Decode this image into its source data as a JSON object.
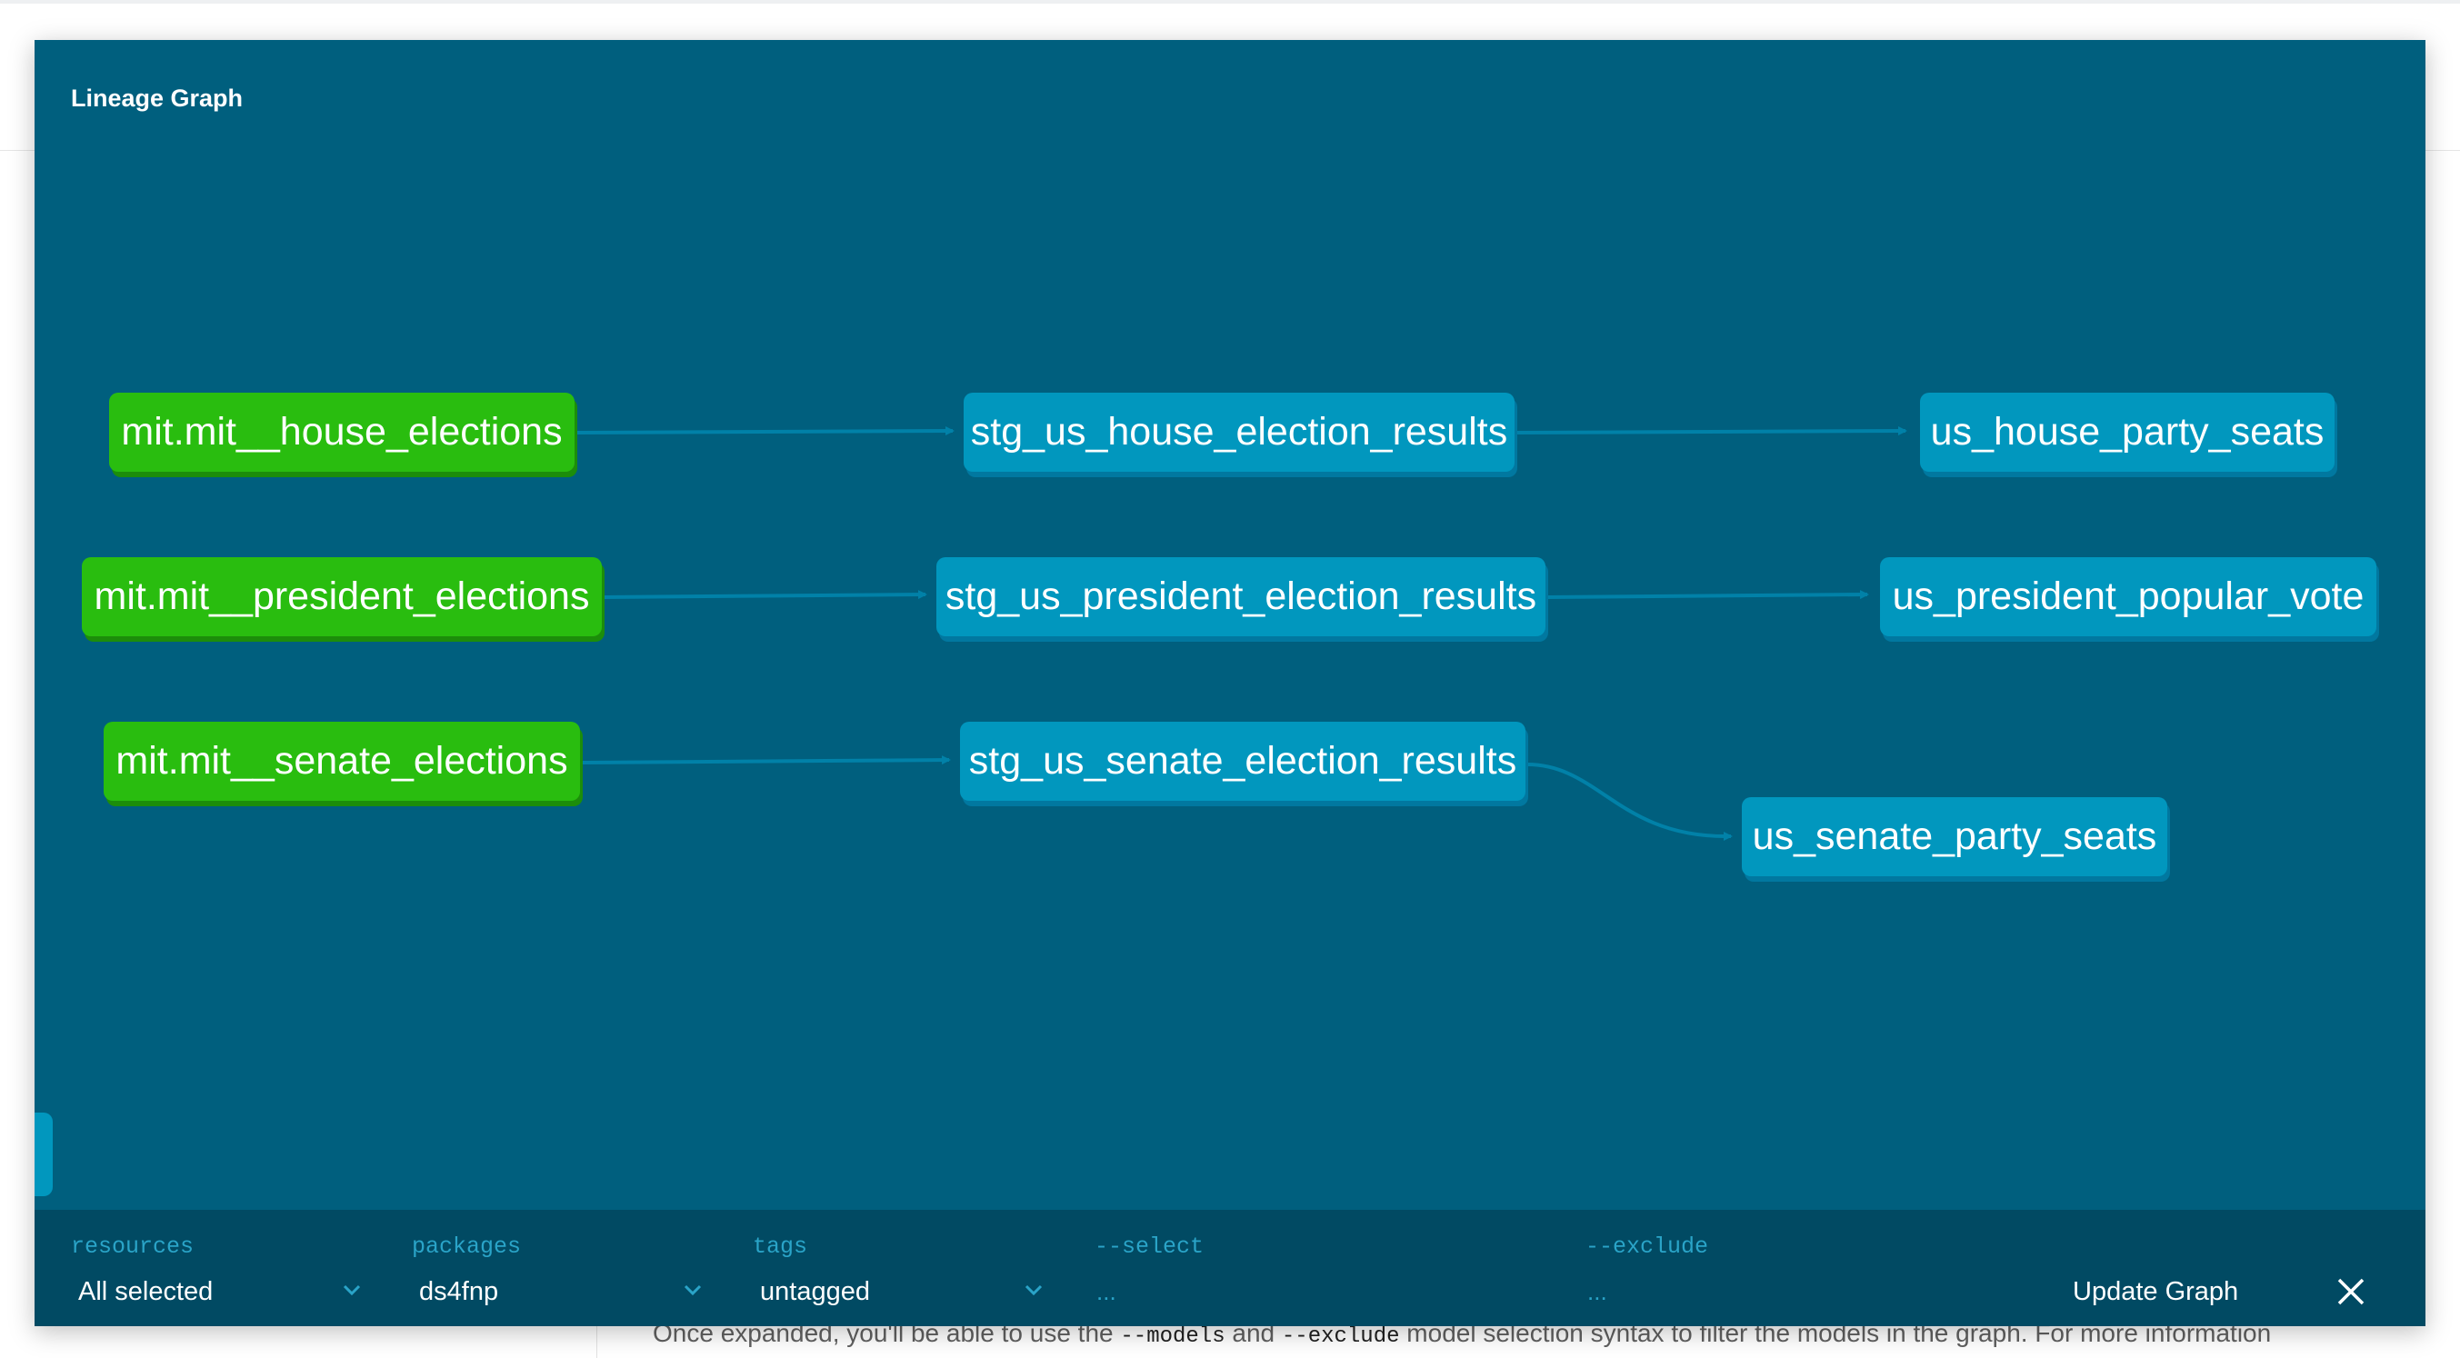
{
  "modal": {
    "title": "Lineage Graph"
  },
  "graph": {
    "nodes": {
      "src_house": "mit.mit__house_elections",
      "src_president": "mit.mit__president_elections",
      "src_senate": "mit.mit__senate_elections",
      "stg_house": "stg_us_house_election_results",
      "stg_president": "stg_us_president_election_results",
      "stg_senate": "stg_us_senate_election_results",
      "out_house": "us_house_party_seats",
      "out_president": "us_president_popular_vote",
      "out_senate": "us_senate_party_seats"
    },
    "colors": {
      "source": "#29bd0f",
      "model": "#0197be",
      "edge": "#0181a8",
      "background": "#005f7e"
    }
  },
  "filters": {
    "resources": {
      "label": "resources",
      "value": "All selected"
    },
    "packages": {
      "label": "packages",
      "value": "ds4fnp"
    },
    "tags": {
      "label": "tags",
      "value": "untagged"
    },
    "select": {
      "label": "--select",
      "placeholder": "..."
    },
    "exclude": {
      "label": "--exclude",
      "placeholder": "..."
    },
    "update_button": "Update Graph"
  },
  "page": {
    "body_text": {
      "part1": "Once expanded, you'll be able to use the ",
      "code1": "--models",
      "part2": " and ",
      "code2": "--exclude",
      "part3": " model selection syntax to filter the models in the graph. For more information"
    }
  }
}
